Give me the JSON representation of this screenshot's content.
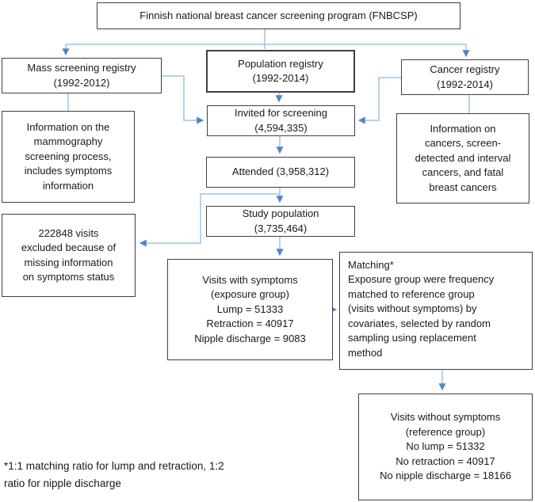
{
  "title": "FNBCSP study flow diagram",
  "colors": {
    "connector_line": "#9dc3e6",
    "connector_arrow": "#4e86c8",
    "box_border": "#3f3f3f"
  },
  "nodes": {
    "fnbcsp": {
      "text": "Finnish national breast cancer screening program (FNBCSP)"
    },
    "mass_screening_registry": {
      "text": "Mass screening registry\n(1992-2012)"
    },
    "population_registry": {
      "text": "Population registry\n(1992-2014)"
    },
    "cancer_registry": {
      "text": "Cancer registry\n(1992-2014)"
    },
    "mammography_info": {
      "text": "Information on the\nmammography\nscreening process,\nincludes symptoms\ninformation"
    },
    "invited": {
      "text": "Invited for screening\n(4,594,335)"
    },
    "cancer_info": {
      "text": "Information on\ncancers, screen-\ndetected and interval\ncancers, and fatal\nbreast cancers"
    },
    "attended": {
      "text": "Attended (3,958,312)"
    },
    "study_population": {
      "text": "Study population\n(3,735,464)"
    },
    "excluded": {
      "text": "222848 visits\nexcluded because of\nmissing information\non symptoms status"
    },
    "visits_with_symptoms": {
      "text": "Visits with symptoms\n(exposure group)\nLump = 51333\nRetraction = 40917\nNipple discharge = 9083"
    },
    "matching": {
      "text": "Matching*\nExposure group were frequency\nmatched to reference group\n(visits without symptoms) by\ncovariates, selected by random\nsampling using replacement\nmethod"
    },
    "visits_without_symptoms": {
      "text": "Visits without symptoms\n(reference group)\nNo lump = 51332\nNo retraction = 40917\nNo nipple discharge = 18166"
    }
  },
  "footnote": "*1:1 matching ratio for lump and retraction, 1:2\nratio for nipple discharge"
}
